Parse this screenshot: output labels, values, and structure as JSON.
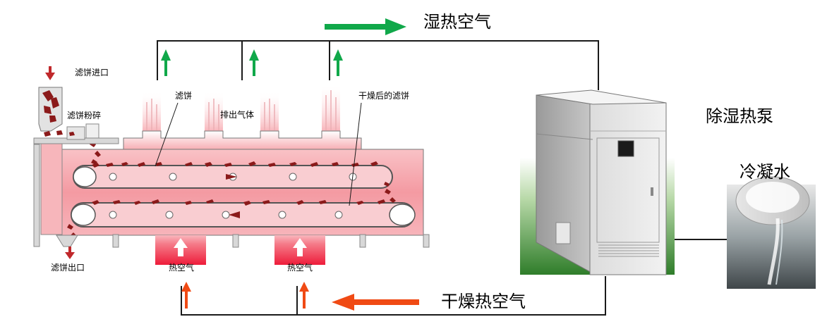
{
  "labels": {
    "humid_hot_air": "湿热空气",
    "filter_cake_inlet": "滤饼进口",
    "filter_cake_crushing": "滤饼粉碎",
    "filter_cake": "滤饼",
    "exhaust_gas": "排出气体",
    "dried_filter_cake": "干燥后的滤饼",
    "dehumidify_heat_pump": "除湿热泵",
    "condensate_water": "冷凝水",
    "filter_cake_outlet": "滤饼出口",
    "hot_air_1": "热空气",
    "hot_air_2": "热空气",
    "dry_hot_air": "干燥热空气"
  },
  "colors": {
    "green_arrow": "#10a84a",
    "orange_arrow": "#f04a14",
    "pipe_line": "#1a1a1a",
    "chamber_pink": "#f6a0a8",
    "cake_red": "#8b1a1a",
    "pump_green": "#2f7d2a"
  }
}
